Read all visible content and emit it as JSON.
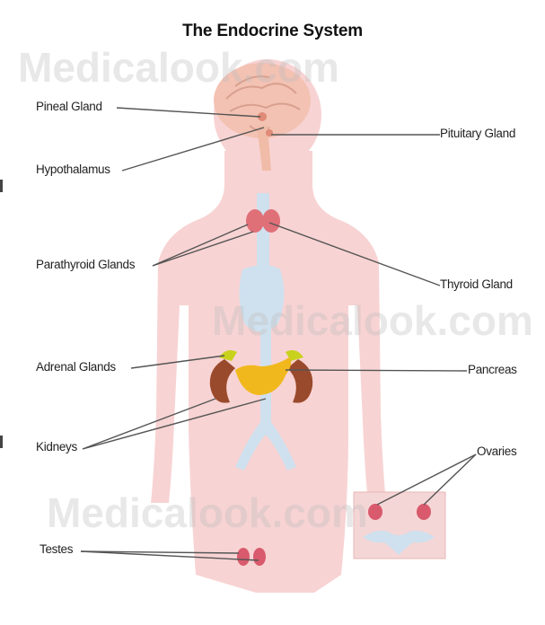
{
  "title": "The Endocrine System",
  "watermark": "Medicalook.com",
  "labels": {
    "pineal": "Pineal Gland",
    "hypothalamus": "Hypothalamus",
    "pituitary": "Pituitary Gland",
    "parathyroid": "Parathyroid Glands",
    "thyroid": "Thyroid Gland",
    "adrenal": "Adrenal Glands",
    "pancreas": "Pancreas",
    "kidneys": "Kidneys",
    "ovaries": "Ovaries",
    "testes": "Testes"
  },
  "colors": {
    "body": "#f8d3d3",
    "brain": "#f3c2b3",
    "thyroid": "#e07078",
    "vessels": "#cfe0ee",
    "kidney": "#9a4a2c",
    "pancreas": "#f0b81c",
    "adrenal": "#c8d21c",
    "gonad": "#d85a6c",
    "leader": "#555555"
  }
}
